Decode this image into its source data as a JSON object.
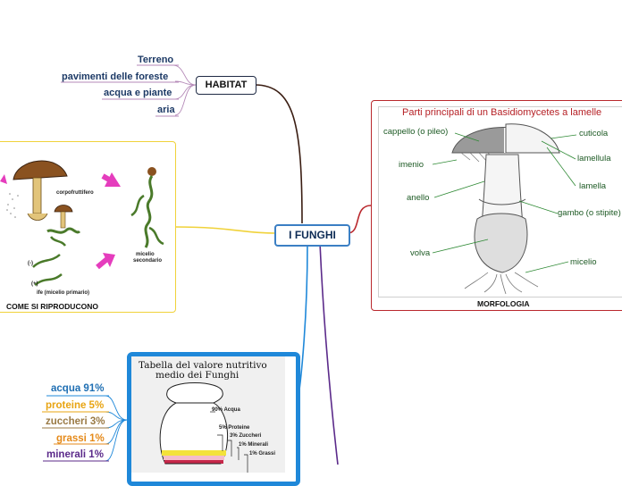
{
  "central": {
    "label": "I FUNGHI"
  },
  "habitat": {
    "label": "HABITAT",
    "items": [
      "Terreno",
      "pavimenti delle foreste",
      "acqua e piante",
      "aria"
    ]
  },
  "riproduzione": {
    "caption": "COME SI RIPRODUCONO",
    "labels": {
      "carpo": "corpofruttifero",
      "minus": "(-)",
      "plus": "(+)",
      "ife": "ife (micelio primario)",
      "micelio1": "micelio",
      "micelio2": "secondario"
    }
  },
  "morfologia": {
    "caption": "MORFOLOGIA",
    "title": "Parti principali di un Basidiomycetes a lamelle",
    "parts": {
      "cappello": "cappello (o pileo)",
      "imenio": "imenio",
      "anello": "anello",
      "volva": "volva",
      "cuticola": "cuticola",
      "lamellula": "lamellula",
      "lamella": "lamella",
      "gambo": "gambo (o stipite)",
      "micelio": "micelio"
    }
  },
  "nutrizione": {
    "table_title_1": "Tabella del valore nutritivo",
    "table_title_2": "medio dei Funghi",
    "bars": {
      "acqua": "90% Acqua",
      "proteine": "5% Proteine",
      "zuccheri": "3% Zuccheri",
      "minerali": "1% Minerali",
      "grassi": "1% Grassi"
    },
    "items": [
      {
        "label": "acqua 91%",
        "color": "#1f6fb3"
      },
      {
        "label": "proteine 5%",
        "color": "#e8a412"
      },
      {
        "label": "zuccheri 3%",
        "color": "#9a7a45"
      },
      {
        "label": "grassi 1%",
        "color": "#e58a1a"
      },
      {
        "label": "minerali 1%",
        "color": "#5b2a8a"
      }
    ]
  }
}
